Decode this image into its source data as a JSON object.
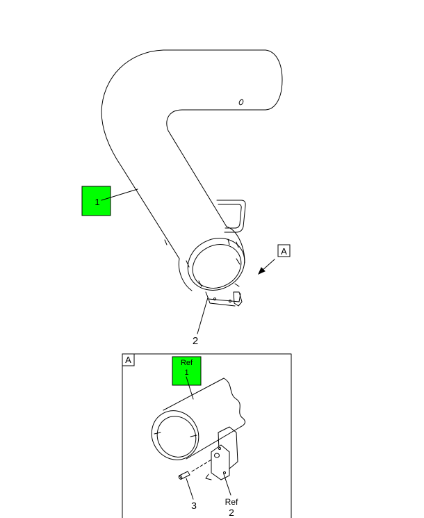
{
  "main_view": {
    "callout_1": "1",
    "callout_2": "2",
    "view_flag": "A"
  },
  "detail_view": {
    "title_flag": "A",
    "ref_1_word": "Ref",
    "ref_1_number": "1",
    "callout_3": "3",
    "ref_2_word": "Ref",
    "ref_2_number": "2"
  },
  "colors": {
    "highlight": "#00ff00",
    "line": "#000000",
    "background": "#ffffff"
  }
}
